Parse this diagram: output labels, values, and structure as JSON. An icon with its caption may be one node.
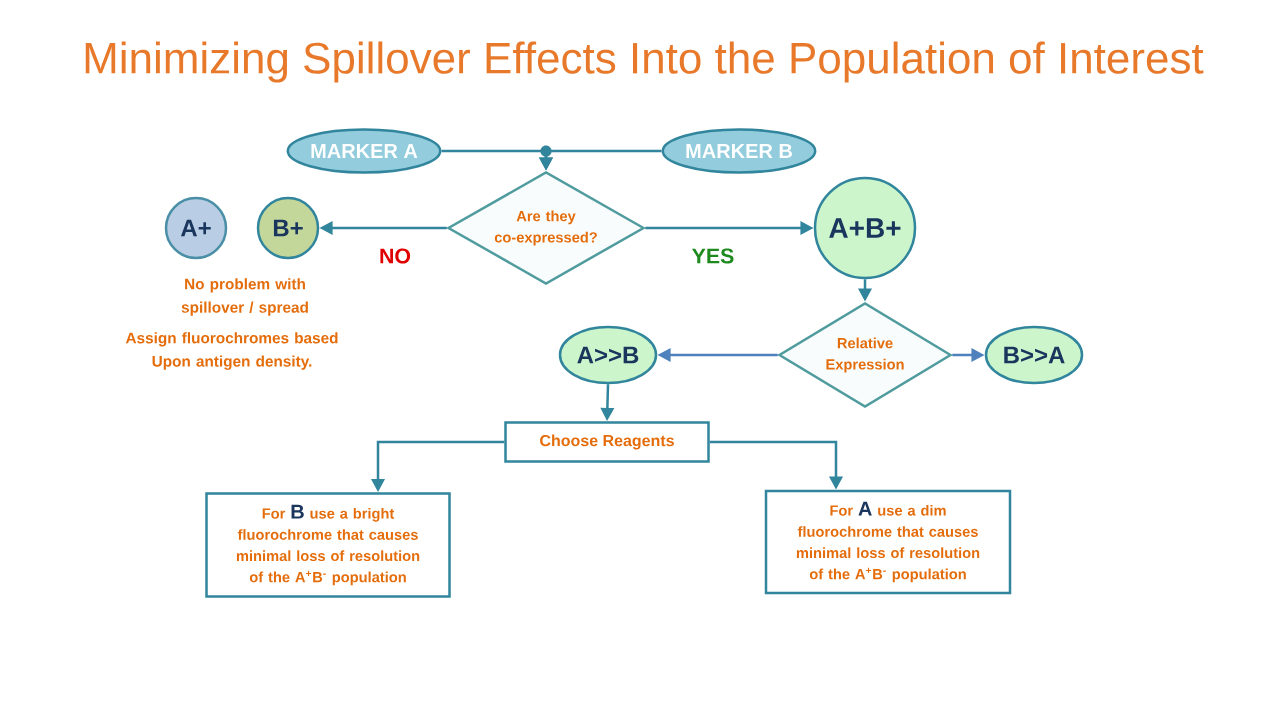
{
  "diagram": {
    "title": "Minimizing Spillover Effects Into the Population of Interest",
    "nodes": [
      {
        "text": [
          "MARKER A"
        ]
      },
      {
        "text": [
          "MARKER B"
        ]
      },
      {
        "text": [
          "A+"
        ]
      },
      {
        "text": [
          "B+"
        ]
      },
      {
        "text": [
          "Are they co-expressed?"
        ]
      },
      {
        "text": [
          "A+B+"
        ]
      },
      {
        "text": [
          "A>>B"
        ]
      },
      {
        "text": [
          "Relative Expression"
        ]
      },
      {
        "text": [
          "B>>A"
        ]
      },
      {
        "text": [
          "Choose Reagents"
        ]
      },
      {
        "text": [
          "For **B** use a bright fluorochrome that causes minimal loss of resolution of the A$^{+}$B$^{-}$ population"
        ]
      },
      {
        "text": [
          "For **A** use a dim fluorochrome that causes minimal loss of resolution of the A$^{+}$B$^{-}$ population"
        ]
      }
    ],
    "edges": [
      {
        "from": 0,
        "to": 4,
        "arrow": "to"
      },
      {
        "from": 1,
        "to": 4,
        "arrow": "to"
      },
      {
        "from": 4,
        "to": 3,
        "arrow": "to",
        "label": "NO"
      },
      {
        "from": 4,
        "to": 5,
        "arrow": "to",
        "label": "YES"
      },
      {
        "from": 5,
        "to": 7,
        "arrow": "to"
      },
      {
        "from": 7,
        "to": 6,
        "arrow": "to",
        "color": "#4f81bd"
      },
      {
        "from": 7,
        "to": 8,
        "arrow": "to",
        "color": "#4f81bd"
      },
      {
        "from": 6,
        "to": 9,
        "arrow": "to"
      },
      {
        "from": 9,
        "to": 10,
        "arrow": "to"
      },
      {
        "from": 9,
        "to": 11,
        "arrow": "to"
      }
    ],
    "labels": [
      "No problem with spillover / spread",
      "Assign fluorochromes based Upon antigen density."
    ]
  }
}
